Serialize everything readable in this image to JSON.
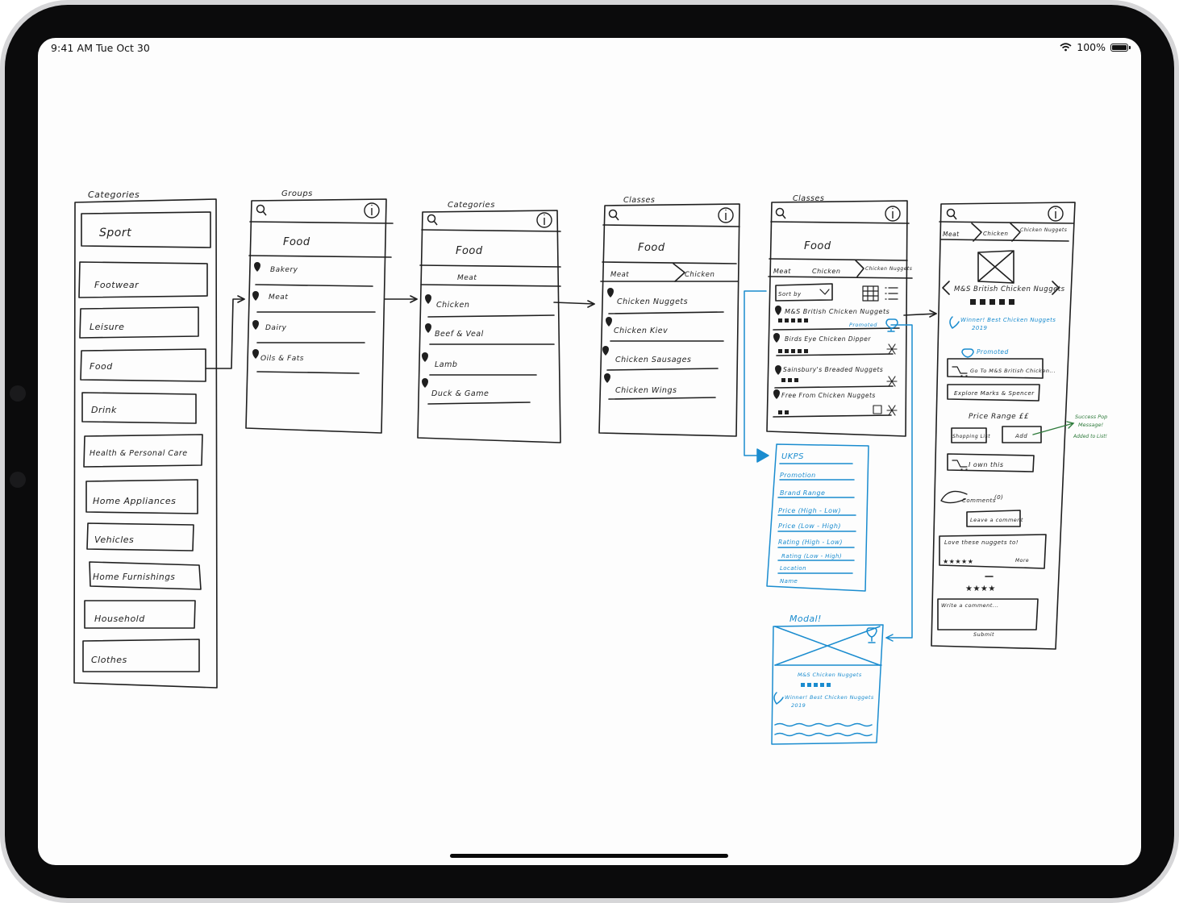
{
  "status_bar": {
    "time": "9:41 AM",
    "date": "Tue Oct 30",
    "battery": "100%",
    "battery_level": 1.0
  },
  "screens": {
    "categories": {
      "title": "Categories",
      "items": [
        "Sport",
        "Footwear",
        "Leisure",
        "Food",
        "Drink",
        "Health & Personal Care",
        "Home Appliances",
        "Vehicles",
        "Home Furnishings",
        "Household",
        "Clothes"
      ]
    },
    "groups": {
      "title": "Groups",
      "header": "Food",
      "items": [
        "Bakery",
        "Meat",
        "Dairy",
        "Oils & Fats"
      ]
    },
    "categories2": {
      "title": "Categories",
      "header": "Food",
      "sub": "Meat",
      "items": [
        "Chicken",
        "Beef & Veal",
        "Lamb",
        "Duck & Game"
      ]
    },
    "classes": {
      "title": "Classes",
      "header": "Food",
      "crumbs": [
        "Meat",
        "Chicken"
      ],
      "items": [
        "Chicken Nuggets",
        "Chicken Kiev",
        "Chicken Sausages",
        "Chicken Wings"
      ]
    },
    "classes2": {
      "title": "Classes",
      "header": "Food",
      "crumbs": [
        "Meat",
        "Chicken",
        "Chicken Nuggets"
      ],
      "sort": "Sort by",
      "promoted": "Promoted",
      "products": [
        "M&S British Chicken Nuggets",
        "Birds Eye Chicken Dipper",
        "Sainsbury's Breaded Nuggets",
        "Free From Chicken Nuggets"
      ]
    },
    "product": {
      "crumbs": [
        "Meat",
        "Chicken",
        "Chicken Nuggets"
      ],
      "name": "M&S British Chicken Nuggets",
      "award": "Winner! Best Chicken Nuggets",
      "award_year": "2019",
      "promoted": "Promoted",
      "go_to": "Go To M&S British Chicken...",
      "explore": "Explore Marks & Spencer",
      "price_range": "Price Range ££",
      "shopping_list": "Shopping List",
      "add": "Add",
      "own": "I own this",
      "comments": "Comments",
      "comments_count": "(0)",
      "leave_comment": "Leave a comment",
      "comment_text": "Love these nuggets to!",
      "more": "More",
      "write_comment": "Write a comment...",
      "submit": "Submit"
    },
    "sort_options": {
      "title": "UKPS",
      "items": [
        "Promotion",
        "Brand Range",
        "Price (High - Low)",
        "Price (Low - High)",
        "Rating (High - Low)",
        "Rating (Low - High)",
        "Location",
        "Name"
      ]
    },
    "modal": {
      "title": "Modal!",
      "name": "M&S Chicken Nuggets",
      "award": "Winner! Best Chicken Nuggets",
      "award_year": "2019"
    },
    "success_note": {
      "line1": "Success Pop",
      "line2": "Message!",
      "line3": "Added to List!"
    }
  },
  "colors": {
    "ink": "#1f1f1f",
    "annotation_blue": "#1a8ccf",
    "annotation_green": "#2d7a3a"
  }
}
